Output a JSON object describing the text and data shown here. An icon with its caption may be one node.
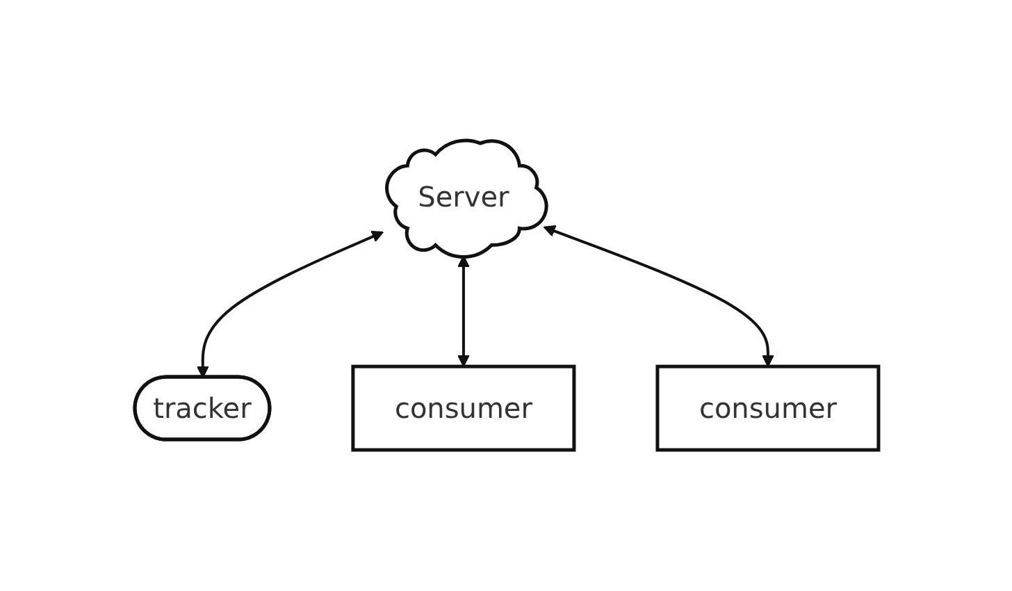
{
  "diagram": {
    "nodes": [
      {
        "text": [
          "Server"
        ]
      },
      {
        "text": [
          "tracker"
        ]
      },
      {
        "text": [
          "consumer"
        ]
      },
      {
        "text": [
          "consumer"
        ]
      }
    ],
    "edges": [
      {
        "from": 0,
        "to": 1,
        "arrow": "both"
      },
      {
        "from": 0,
        "to": 3,
        "arrow": "both"
      },
      {
        "from": 0,
        "to": 2,
        "arrow": "both"
      }
    ]
  }
}
